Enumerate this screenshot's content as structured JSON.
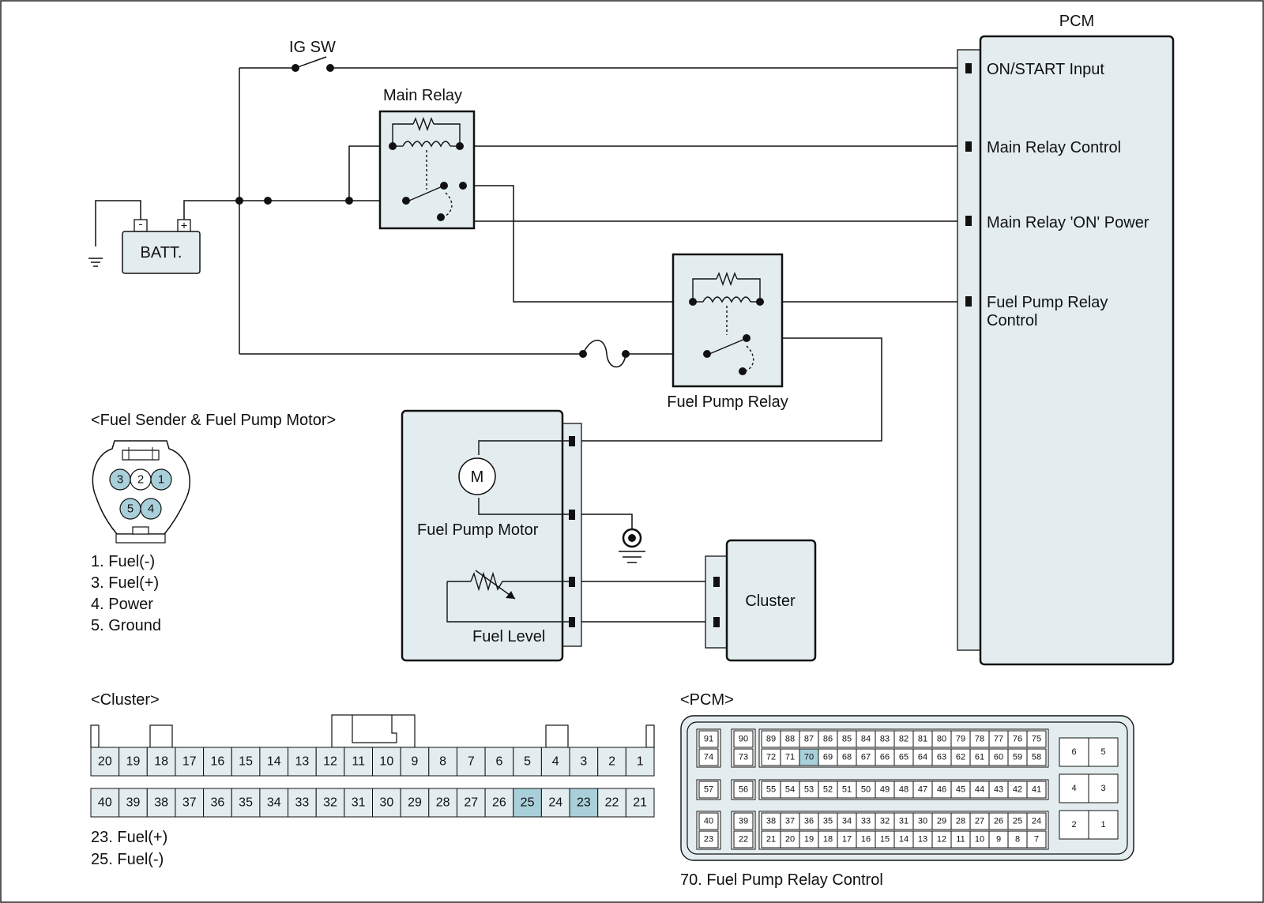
{
  "labels": {
    "ig_sw": "IG SW",
    "pcm": "PCM",
    "main_relay": "Main Relay",
    "batt": "BATT.",
    "batt_neg": "-",
    "batt_pos": "+",
    "fuel_pump_relay": "Fuel Pump Relay",
    "motor_symbol": "M",
    "fuel_pump_motor": "Fuel Pump Motor",
    "fuel_level": "Fuel Level",
    "cluster": "Cluster"
  },
  "pcm_inputs": [
    "ON/START Input",
    "Main Relay Control",
    "Main Relay 'ON' Power",
    "Fuel Pump Relay",
    "Control"
  ],
  "sender_connector": {
    "title": "<Fuel Sender & Fuel Pump Motor>",
    "pins_top": [
      "3",
      "2",
      "1"
    ],
    "pins_bottom": [
      "5",
      "4"
    ],
    "legend": [
      "1. Fuel(-)",
      "3. Fuel(+)",
      "4. Power",
      "5. Ground"
    ]
  },
  "cluster_connector": {
    "title": "<Cluster>",
    "row1": [
      "20",
      "19",
      "18",
      "17",
      "16",
      "15",
      "14",
      "13",
      "12",
      "11",
      "10",
      "9",
      "8",
      "7",
      "6",
      "5",
      "4",
      "3",
      "2",
      "1"
    ],
    "row2": [
      "40",
      "39",
      "38",
      "37",
      "36",
      "35",
      "34",
      "33",
      "32",
      "31",
      "30",
      "29",
      "28",
      "27",
      "26",
      "25",
      "24",
      "23",
      "22",
      "21"
    ],
    "highlighted": [
      "25",
      "23"
    ],
    "legend": [
      "23. Fuel(+)",
      "25. Fuel(-)"
    ]
  },
  "pcm_connector": {
    "title": "<PCM>",
    "rowA1": [
      "91",
      "90",
      "89",
      "88",
      "87",
      "86",
      "85",
      "84",
      "83",
      "82",
      "81",
      "80",
      "79",
      "78",
      "77",
      "76",
      "75"
    ],
    "rowA2": [
      "74",
      "73",
      "72",
      "71",
      "70",
      "69",
      "68",
      "67",
      "66",
      "65",
      "64",
      "63",
      "62",
      "61",
      "60",
      "59",
      "58"
    ],
    "rowB": [
      "57",
      "56",
      "55",
      "54",
      "53",
      "52",
      "51",
      "50",
      "49",
      "48",
      "47",
      "46",
      "45",
      "44",
      "43",
      "42",
      "41"
    ],
    "rowC1": [
      "40",
      "39",
      "38",
      "37",
      "36",
      "35",
      "34",
      "33",
      "32",
      "31",
      "30",
      "29",
      "28",
      "27",
      "26",
      "25",
      "24"
    ],
    "rowC2": [
      "23",
      "22",
      "21",
      "20",
      "19",
      "18",
      "17",
      "16",
      "15",
      "14",
      "13",
      "12",
      "11",
      "10",
      "9",
      "8",
      "7"
    ],
    "side": [
      "6",
      "5",
      "4",
      "3",
      "2",
      "1"
    ],
    "highlighted": [
      "70"
    ],
    "legend": [
      "70. Fuel Pump Relay Control"
    ]
  },
  "colors": {
    "fill": "#e3edf0",
    "highlight": "#a9d0da",
    "line": "#111111"
  }
}
